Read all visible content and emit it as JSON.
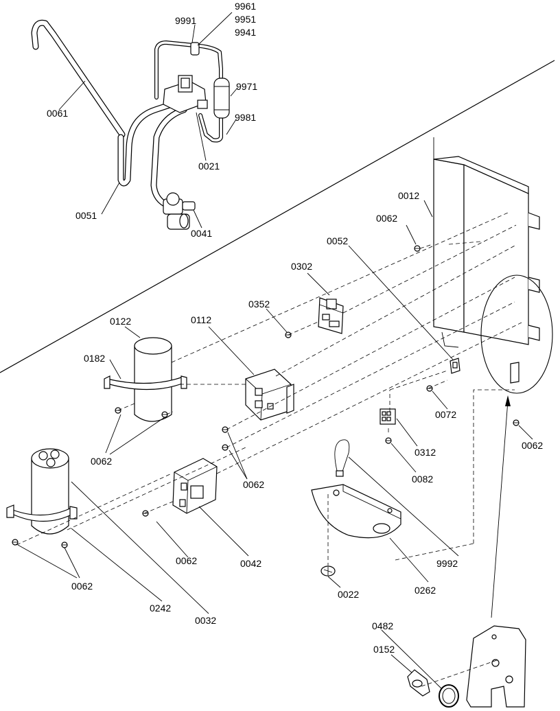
{
  "callouts": {
    "c9961": "9961",
    "c9951": "9951",
    "c9941": "9941",
    "c9991": "9991",
    "c9971": "9971",
    "c9981": "9981",
    "c0061": "0061",
    "c0021": "0021",
    "c0051": "0051",
    "c0041": "0041",
    "c0012": "0012",
    "c0062_top": "0062",
    "c0052": "0052",
    "c0302": "0302",
    "c0352": "0352",
    "c0122": "0122",
    "c0112": "0112",
    "c0182": "0182",
    "c0072": "0072",
    "c0062_right": "0062",
    "c0062_cap": "0062",
    "c0312": "0312",
    "c0062_mid": "0062",
    "c0082": "0082",
    "c0062_left": "0062",
    "c0062_relay": "0062",
    "c0042": "0042",
    "c9992": "9992",
    "c0022": "0022",
    "c0262": "0262",
    "c0242": "0242",
    "c0032": "0032",
    "c0482": "0482",
    "c0152": "0152"
  }
}
